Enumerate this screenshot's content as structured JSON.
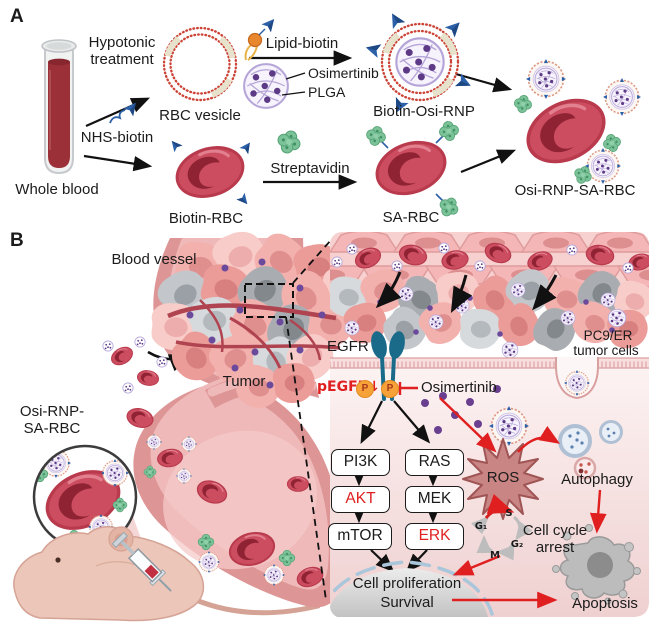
{
  "figure": {
    "panel_a_label": "A",
    "panel_b_label": "B"
  },
  "panel_a": {
    "whole_blood": "Whole blood",
    "hypotonic_line1": "Hypotonic",
    "hypotonic_line2": "treatment",
    "rbc_vesicle": "RBC vesicle",
    "nhs_biotin": "NHS-biotin",
    "biotin_rbc": "Biotin-RBC",
    "lipid_biotin": "Lipid-biotin",
    "osimertinib": "Osimertinib",
    "plga": "PLGA",
    "biotin_osi_rnp": "Biotin-Osi-RNP",
    "streptavidin": "Streptavidin",
    "sa_rbc": "SA-RBC",
    "osi_rnp_sa_rbc": "Osi-RNP-SA-RBC"
  },
  "panel_b": {
    "blood_vessel": "Blood vessel",
    "tumor": "Tumor",
    "carrier_line1": "Osi-RNP-",
    "carrier_line2": "SA-RBC",
    "pc9_line1": "PC9/ER",
    "pc9_line2": "tumor cells",
    "egfr": "EGFR",
    "pegfr": "pEGFR↓",
    "phospho": "P",
    "osimertinib": "Osimertinib",
    "pi3k": "PI3K",
    "ras": "RAS",
    "akt": "AKT",
    "mek": "MEK",
    "mtor": "mTOR",
    "erk": "ERK",
    "ros": "ROS",
    "autophagy": "Autophagy",
    "cycle_g1": "G₁",
    "cycle_s": "S",
    "cycle_g2": "G₂",
    "cycle_m": "M",
    "cell_cycle_line1": "Cell cycle",
    "cell_cycle_line2": "arrest",
    "proliferation": "Cell proliferation",
    "survival": "Survival",
    "apoptosis": "Apoptosis"
  },
  "colors": {
    "rbc_red": "#c5485a",
    "rbc_dark": "#8f2334",
    "biotin_blue": "#2b5fa7",
    "streptavidin_green": "#7cc299",
    "nanoparticle_purple": "#5d3a86",
    "nanoparticle_lavender": "#b5a5d8",
    "vessel_pink": "#e8a7a7",
    "egfr_teal": "#1a6b89",
    "phospho_orange": "#f7a238",
    "highlight_red": "#e02020",
    "ros_rose": "#c98484"
  }
}
